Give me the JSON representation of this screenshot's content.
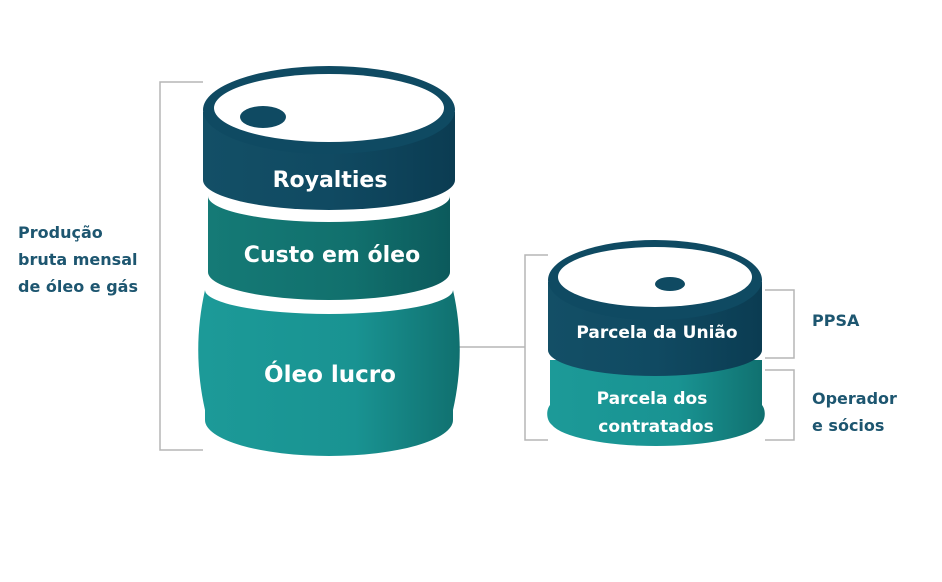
{
  "left_label": [
    "Produção",
    "bruta mensal",
    "de óleo e gás"
  ],
  "big_barrel": {
    "top_band": "Royalties",
    "middle_band": "Custo em óleo",
    "bottom_band": "Óleo lucro"
  },
  "small_barrel": {
    "top_band": "Parcela da União",
    "bottom_band": [
      "Parcela dos",
      "contratados"
    ]
  },
  "right_labels": {
    "ppsa": "PPSA",
    "operators": [
      "Operador",
      "e sócios"
    ]
  },
  "colors": {
    "navy": "#0f4a62",
    "teal_dark": "#12716f",
    "teal_light": "#1a9595",
    "text": "#1d5670"
  }
}
